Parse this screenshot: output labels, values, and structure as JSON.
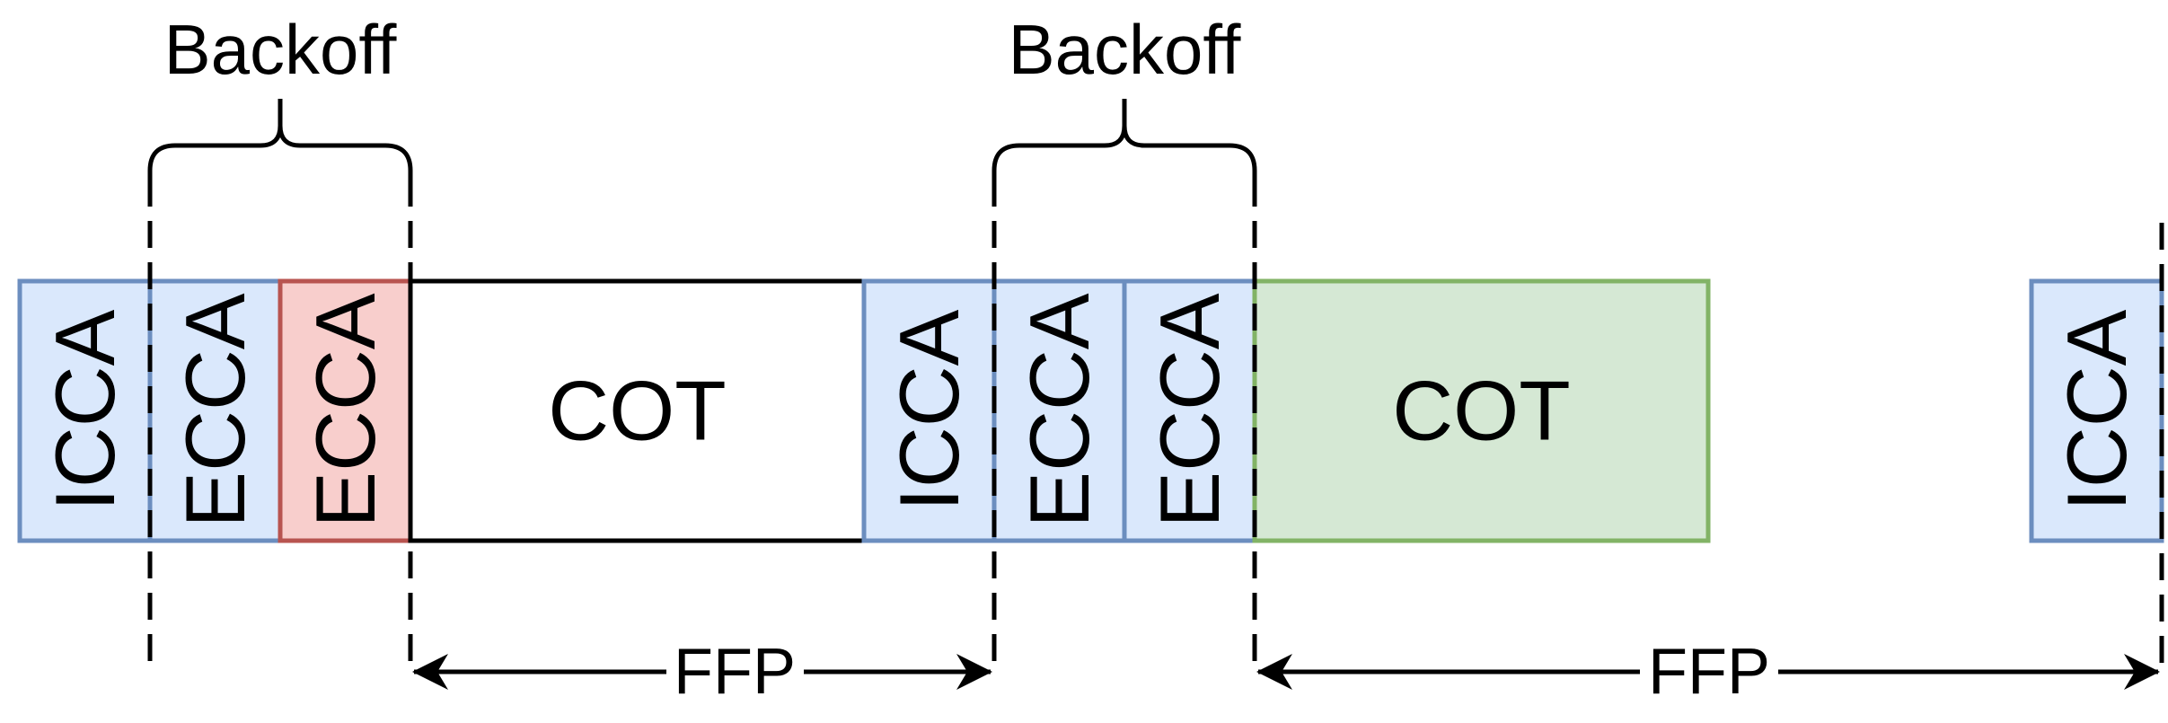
{
  "diagram": {
    "blocks": [
      {
        "id": "icca-1",
        "label": "ICCA",
        "kind": "icca"
      },
      {
        "id": "ecca-1",
        "label": "ECCA",
        "kind": "ecca"
      },
      {
        "id": "ecca-2",
        "label": "ECCA",
        "kind": "ecca-busy"
      },
      {
        "id": "cot-1",
        "label": "COT",
        "kind": "cot-idle"
      },
      {
        "id": "icca-2",
        "label": "ICCA",
        "kind": "icca"
      },
      {
        "id": "ecca-3",
        "label": "ECCA",
        "kind": "ecca"
      },
      {
        "id": "ecca-4",
        "label": "ECCA",
        "kind": "ecca"
      },
      {
        "id": "cot-2",
        "label": "COT",
        "kind": "cot-active"
      },
      {
        "id": "icca-3",
        "label": "ICCA",
        "kind": "icca"
      }
    ],
    "backoffs": [
      {
        "id": "backoff-1",
        "label": "Backoff"
      },
      {
        "id": "backoff-2",
        "label": "Backoff"
      }
    ],
    "ffps": [
      {
        "id": "ffp-1",
        "label": "FFP"
      },
      {
        "id": "ffp-2",
        "label": "FFP"
      }
    ],
    "colors": {
      "icca_fill": "#dae8fc",
      "icca_stroke": "#6c8ebf",
      "ecca_busy_fill": "#f8cecc",
      "ecca_busy_stroke": "#b85450",
      "cot_active_fill": "#d5e8d4",
      "cot_active_stroke": "#82b366",
      "cot_idle_fill": "#ffffff",
      "cot_idle_stroke": "#000000",
      "line": "#000000"
    }
  }
}
